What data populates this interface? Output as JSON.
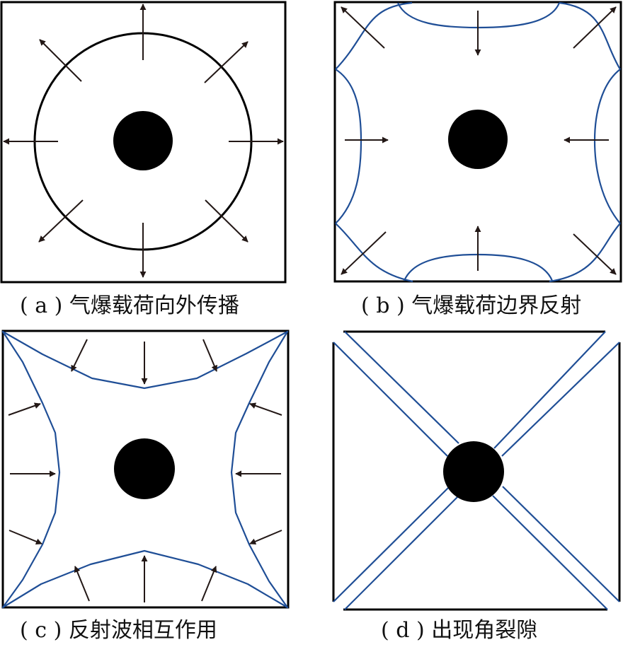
{
  "panels": {
    "a": {
      "caption": "( a ) 气爆载荷向外传播"
    },
    "b": {
      "caption": "( b ) 气爆载荷边界反射"
    },
    "c": {
      "caption": "( c ) 反射波相互作用"
    },
    "d": {
      "caption": "( d ) 出现角裂隙"
    }
  },
  "colors": {
    "frame": "#000000",
    "wave": "#1f4e96",
    "arrow": "#231816",
    "charge": "#000000"
  }
}
